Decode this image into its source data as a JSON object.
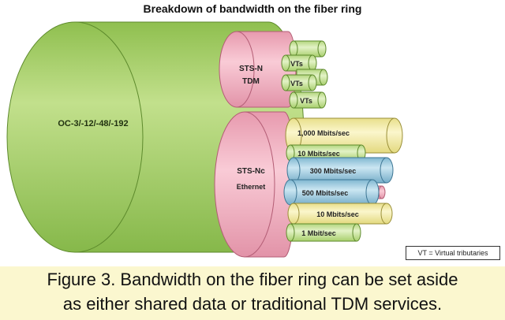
{
  "title": "Breakdown of bandwidth on the fiber ring",
  "main_cable": {
    "label": "OC-3/-12/-48/-192",
    "color": "#a8cf6c"
  },
  "tdm_bundle": {
    "label_line1": "STS-N",
    "label_line2": "TDM",
    "color": "#f3b7c6",
    "vt_label": "VTs",
    "vt_color": "#c9e39a"
  },
  "ethernet_bundle": {
    "label_line1": "STS-Nc",
    "label_line2": "Ethernet",
    "color": "#f3b7c6",
    "links": [
      {
        "label": "1,000 Mbits/sec",
        "color": "#f7f0b0"
      },
      {
        "label": "10 Mbits/sec",
        "color": "#cfe8a8"
      },
      {
        "label": "300 Mbits/sec",
        "color": "#a9d3e6"
      },
      {
        "label": "500 Mbits/sec",
        "color": "#a9d3e6"
      },
      {
        "label": "10 Mbits/sec",
        "color": "#f7f0b0"
      },
      {
        "label": "1 Mbit/sec",
        "color": "#cfe8a8"
      }
    ]
  },
  "legend_note": "VT = Virtual tributaries",
  "caption": {
    "line1": "Figure 3. Bandwidth on the fiber ring can be set aside",
    "line2": "as either shared data or traditional TDM services."
  }
}
